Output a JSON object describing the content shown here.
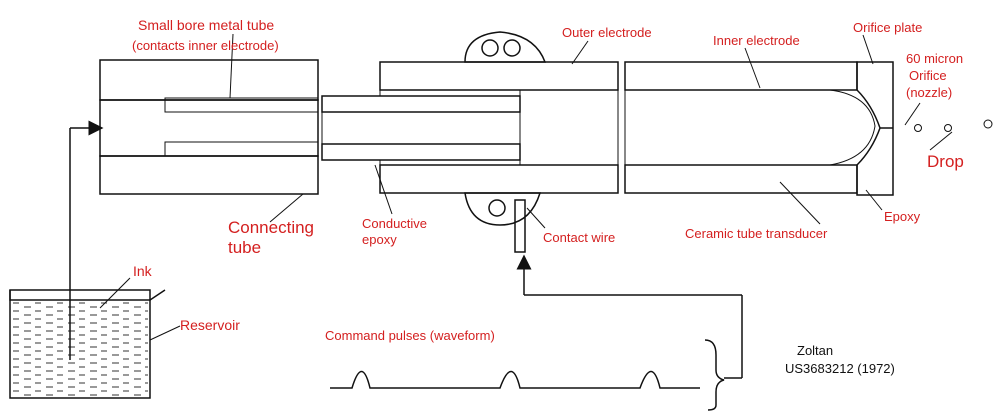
{
  "labels": {
    "small_bore_tube": "Small bore metal tube",
    "contacts_inner": "(contacts inner electrode)",
    "outer_electrode": "Outer electrode",
    "inner_electrode": "Inner electrode",
    "orifice_plate": "Orifice plate",
    "micron_60": "60 micron",
    "orifice": "Orifice",
    "nozzle": "(nozzle)",
    "drop": "Drop",
    "connecting": "Connecting",
    "tube": "tube",
    "conductive": "Conductive",
    "epoxy_left": "epoxy",
    "contact_wire": "Contact wire",
    "ceramic_tube": "Ceramic tube transducer",
    "epoxy_right": "Epoxy",
    "ink": "Ink",
    "reservoir": "Reservoir",
    "command_pulses": "Command pulses (waveform)"
  },
  "citation": {
    "author": "Zoltan",
    "patent": "US3683212 (1972)"
  },
  "colors": {
    "label": "#d42020",
    "line": "#111111"
  }
}
